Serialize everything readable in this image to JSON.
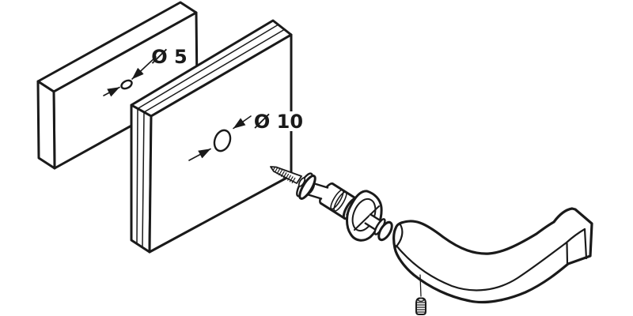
{
  "diagram": {
    "type": "exploded-assembly-technical-drawing",
    "background_color": "#ffffff",
    "line_color": "#1a1a1a",
    "annotations": {
      "small_hole_label": "Ø 5",
      "large_hole_label": "Ø 10"
    },
    "parts": [
      {
        "name": "back-plate",
        "feature": "drill hole Ø 5"
      },
      {
        "name": "glass-panel",
        "feature": "drill hole Ø 10"
      },
      {
        "name": "mounting-screw"
      },
      {
        "name": "washer"
      },
      {
        "name": "spacer-bushing"
      },
      {
        "name": "rosette"
      },
      {
        "name": "spindle-pin"
      },
      {
        "name": "lever-handle"
      },
      {
        "name": "set-screw"
      }
    ]
  }
}
